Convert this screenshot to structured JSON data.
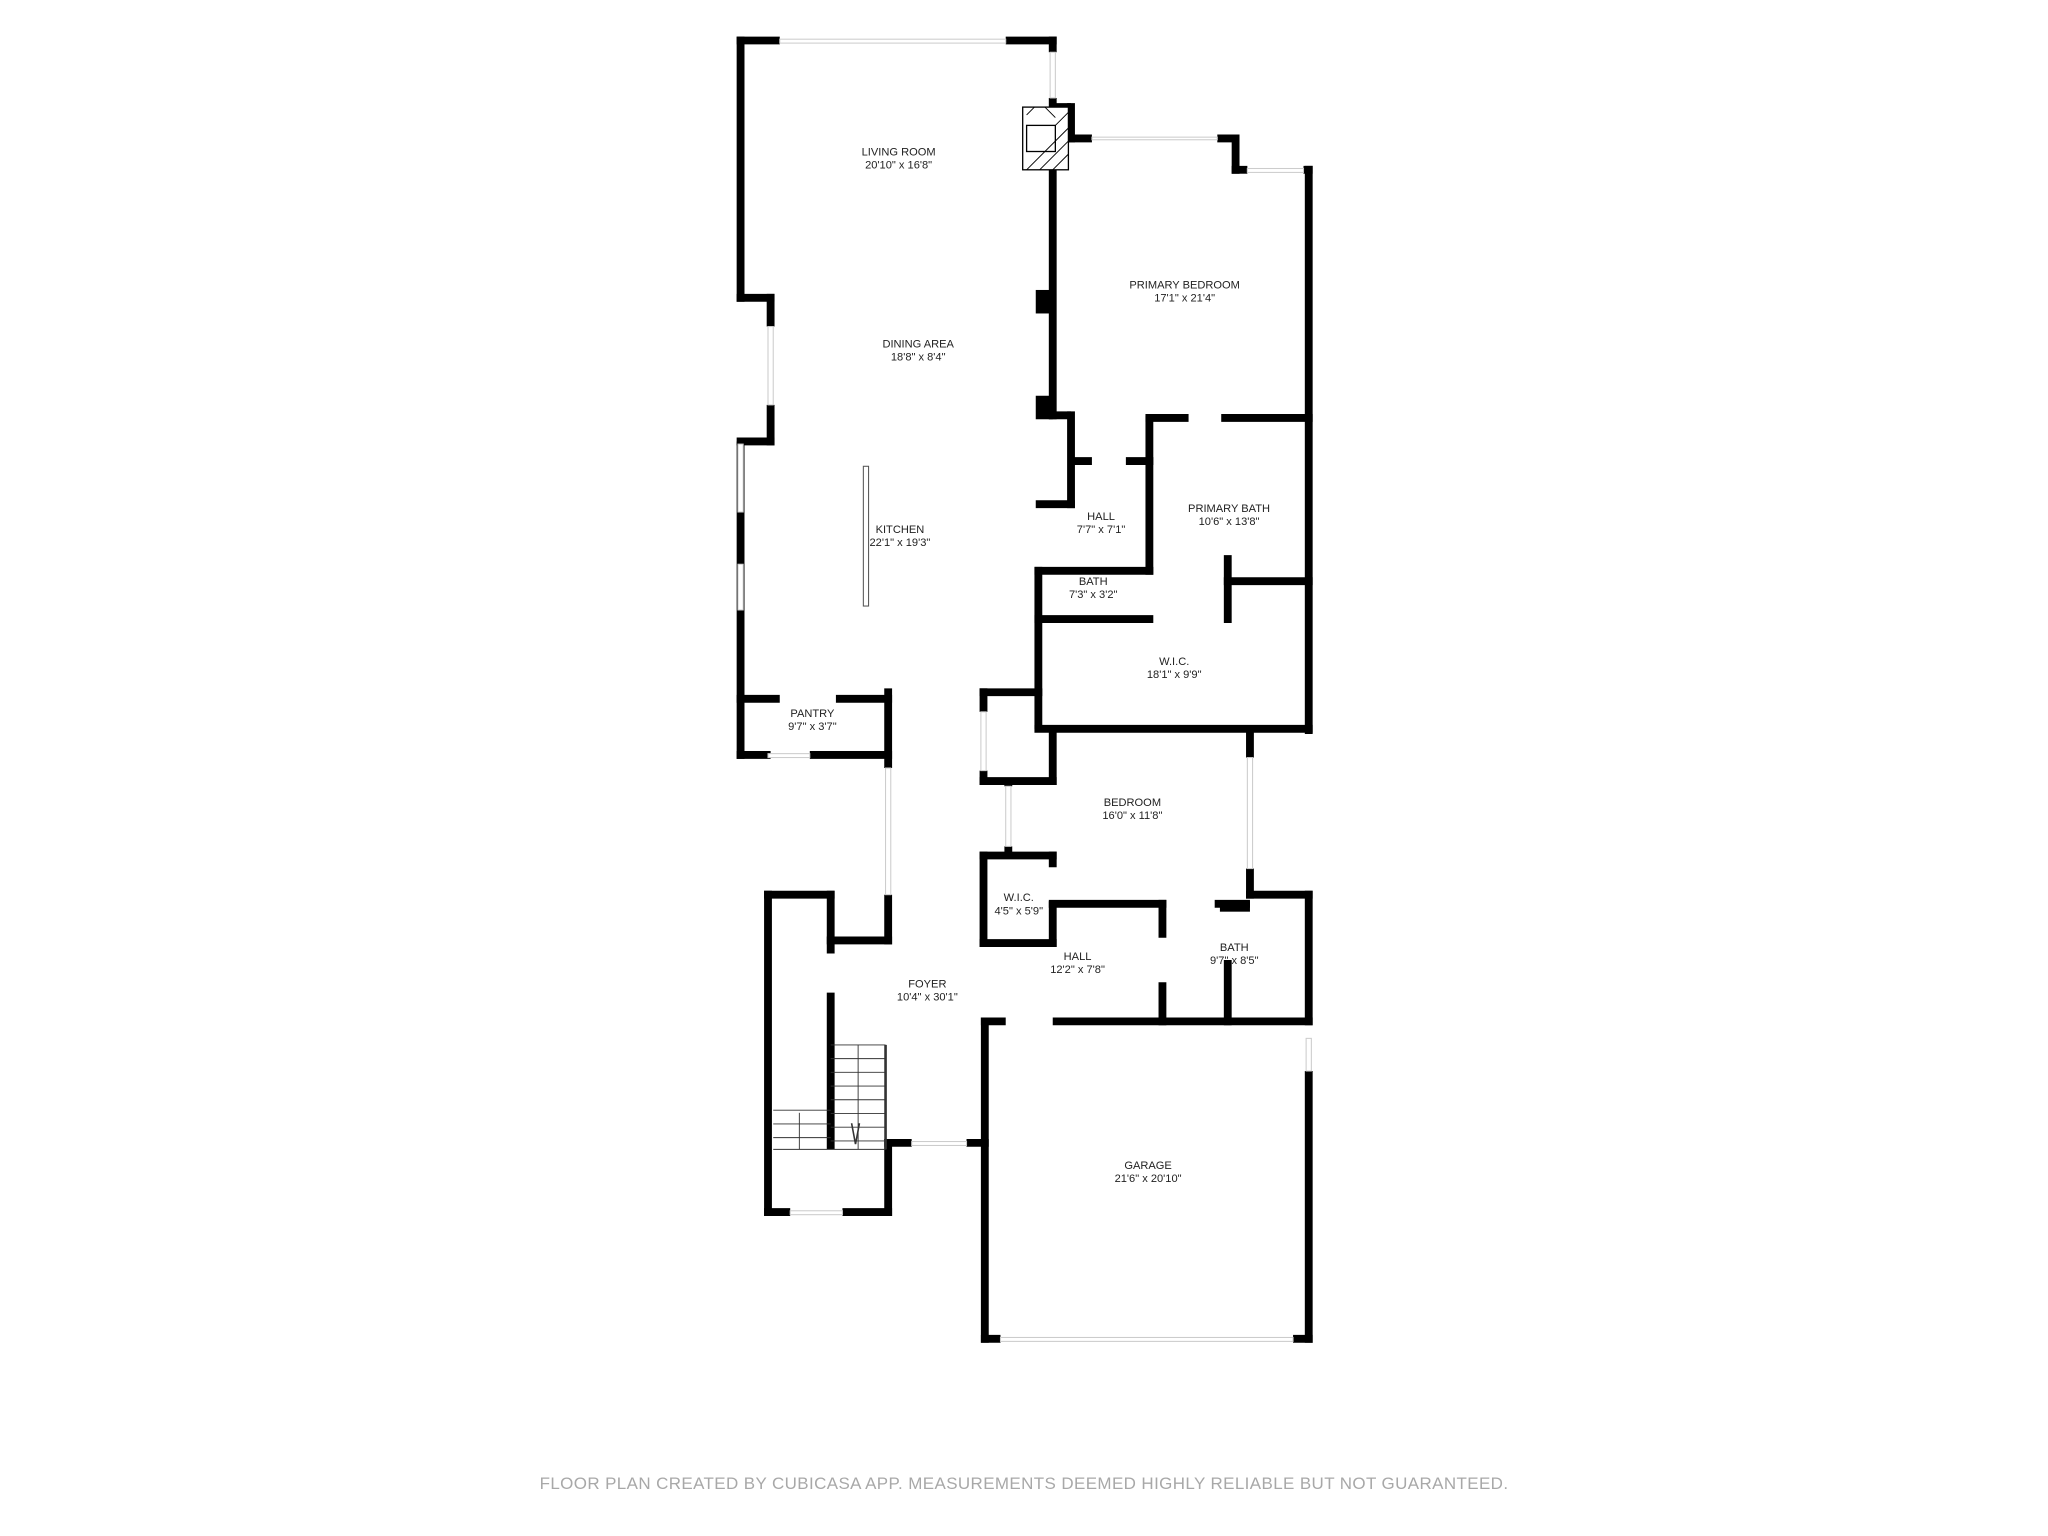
{
  "rooms": [
    {
      "name": "LIVING ROOM",
      "size": "20'10\" x 16'8\""
    },
    {
      "name": "DINING AREA",
      "size": "18'8\" x 8'4\""
    },
    {
      "name": "KITCHEN",
      "size": "22'1\" x 19'3\""
    },
    {
      "name": "PRIMARY BEDROOM",
      "size": "17'1\" x 21'4\""
    },
    {
      "name": "HALL",
      "size": "7'7\" x 7'1\""
    },
    {
      "name": "PRIMARY BATH",
      "size": "10'6\" x 13'8\""
    },
    {
      "name": "BATH",
      "size": "7'3\" x 3'2\""
    },
    {
      "name": "W.I.C.",
      "size": "18'1\" x 9'9\""
    },
    {
      "name": "PANTRY",
      "size": "9'7\" x 3'7\""
    },
    {
      "name": "BEDROOM",
      "size": "16'0\" x 11'8\""
    },
    {
      "name": "W.I.C.",
      "size": "4'5\" x 5'9\""
    },
    {
      "name": "HALL",
      "size": "12'2\" x 7'8\""
    },
    {
      "name": "BATH",
      "size": "9'7\" x 8'5\""
    },
    {
      "name": "FOYER",
      "size": "10'4\" x 30'1\""
    },
    {
      "name": "GARAGE",
      "size": "21'6\" x 20'10\""
    }
  ],
  "footer": "FLOOR PLAN CREATED BY CUBICASA APP. MEASUREMENTS DEEMED HIGHLY RELIABLE BUT NOT GUARANTEED.",
  "colors": {
    "wall": "#000000",
    "footer_text": "#a8a8a8",
    "window": "#cccccc"
  }
}
